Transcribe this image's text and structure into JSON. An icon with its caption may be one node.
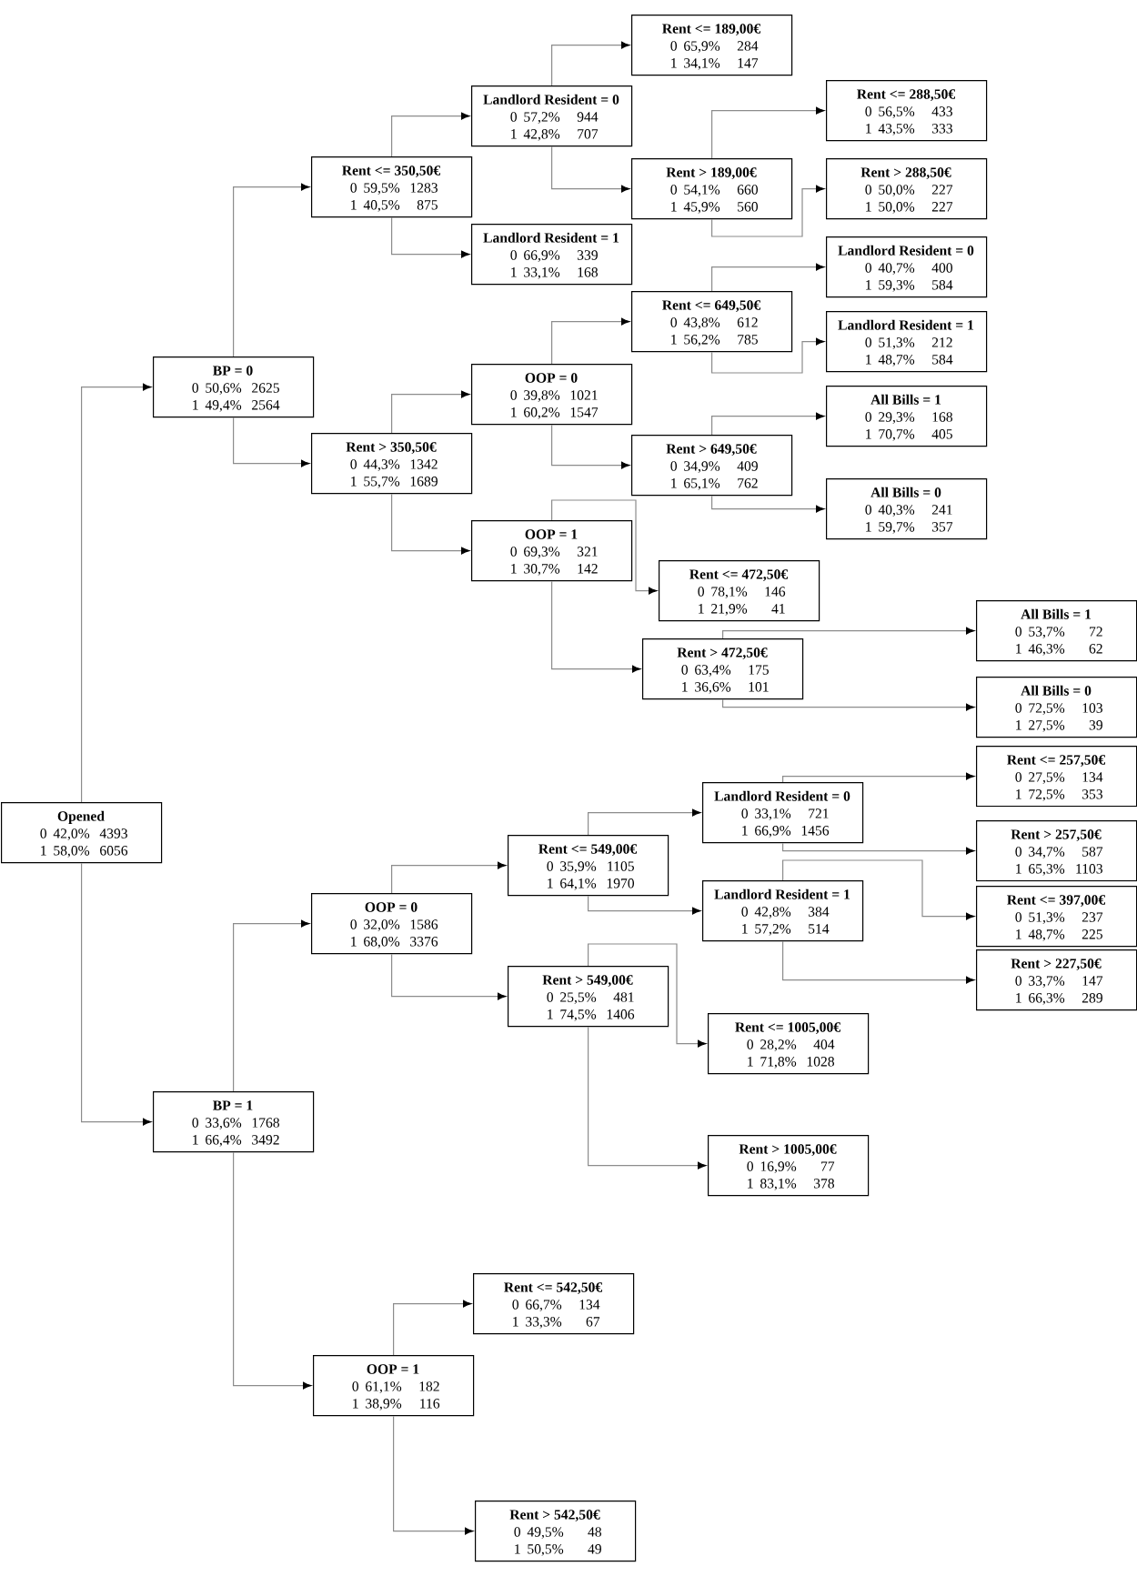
{
  "diagram": {
    "nodes": [
      {
        "text": [
          "Rent <= 189,00€",
          "0",
          "65,9%",
          "284",
          "1",
          "34,1%",
          "147"
        ]
      },
      {
        "text": [
          "Rent <= 288,50€",
          "0",
          "56,5%",
          "433",
          "1",
          "43,5%",
          "333"
        ]
      },
      {
        "text": [
          "Landlord Resident = 0",
          "0",
          "57,2%",
          "944",
          "1",
          "42,8%",
          "707"
        ]
      },
      {
        "text": [
          "Rent <= 350,50€",
          "0",
          "59,5%",
          "1283",
          "1",
          "40,5%",
          "875"
        ]
      },
      {
        "text": [
          "Rent > 189,00€",
          "0",
          "54,1%",
          "660",
          "1",
          "45,9%",
          "560"
        ]
      },
      {
        "text": [
          "Rent > 288,50€",
          "0",
          "50,0%",
          "227",
          "1",
          "50,0%",
          "227"
        ]
      },
      {
        "text": [
          "Landlord Resident = 1",
          "0",
          "66,9%",
          "339",
          "1",
          "33,1%",
          "168"
        ]
      },
      {
        "text": [
          "Landlord Resident = 0",
          "0",
          "40,7%",
          "400",
          "1",
          "59,3%",
          "584"
        ]
      },
      {
        "text": [
          "Rent <= 649,50€",
          "0",
          "43,8%",
          "612",
          "1",
          "56,2%",
          "785"
        ]
      },
      {
        "text": [
          "Landlord Resident = 1",
          "0",
          "51,3%",
          "212",
          "1",
          "48,7%",
          "584"
        ]
      },
      {
        "text": [
          "BP = 0",
          "0",
          "50,6%",
          "2625",
          "1",
          "49,4%",
          "2564"
        ]
      },
      {
        "text": [
          "OOP = 0",
          "0",
          "39,8%",
          "1021",
          "1",
          "60,2%",
          "1547"
        ]
      },
      {
        "text": [
          "All Bills = 1",
          "0",
          "29,3%",
          "168",
          "1",
          "70,7%",
          "405"
        ]
      },
      {
        "text": [
          "Rent > 350,50€",
          "0",
          "44,3%",
          "1342",
          "1",
          "55,7%",
          "1689"
        ]
      },
      {
        "text": [
          "Rent > 649,50€",
          "0",
          "34,9%",
          "409",
          "1",
          "65,1%",
          "762"
        ]
      },
      {
        "text": [
          "All Bills = 0",
          "0",
          "40,3%",
          "241",
          "1",
          "59,7%",
          "357"
        ]
      },
      {
        "text": [
          "OOP = 1",
          "0",
          "69,3%",
          "321",
          "1",
          "30,7%",
          "142"
        ]
      },
      {
        "text": [
          "Rent <= 472,50€",
          "0",
          "78,1%",
          "146",
          "1",
          "21,9%",
          "41"
        ]
      },
      {
        "text": [
          "All Bills = 1",
          "0",
          "53,7%",
          "72",
          "1",
          "46,3%",
          "62"
        ]
      },
      {
        "text": [
          "Rent > 472,50€",
          "0",
          "63,4%",
          "175",
          "1",
          "36,6%",
          "101"
        ]
      },
      {
        "text": [
          "All Bills = 0",
          "0",
          "72,5%",
          "103",
          "1",
          "27,5%",
          "39"
        ]
      },
      {
        "text": [
          "Rent <= 257,50€",
          "0",
          "27,5%",
          "134",
          "1",
          "72,5%",
          "353"
        ]
      },
      {
        "text": [
          "Landlord Resident = 0",
          "0",
          "33,1%",
          "721",
          "1",
          "66,9%",
          "1456"
        ]
      },
      {
        "text": [
          "Opened",
          "0",
          "42,0%",
          "4393",
          "1",
          "58,0%",
          "6056"
        ]
      },
      {
        "text": [
          "Rent > 257,50€",
          "0",
          "34,7%",
          "587",
          "1",
          "65,3%",
          "1103"
        ]
      },
      {
        "text": [
          "Rent <= 549,00€",
          "0",
          "35,9%",
          "1105",
          "1",
          "64,1%",
          "1970"
        ]
      },
      {
        "text": [
          "Landlord Resident = 1",
          "0",
          "42,8%",
          "384",
          "1",
          "57,2%",
          "514"
        ]
      },
      {
        "text": [
          "Rent <= 397,00€",
          "0",
          "51,3%",
          "237",
          "1",
          "48,7%",
          "225"
        ]
      },
      {
        "text": [
          "OOP = 0",
          "0",
          "32,0%",
          "1586",
          "1",
          "68,0%",
          "3376"
        ]
      },
      {
        "text": [
          "Rent > 227,50€",
          "0",
          "33,7%",
          "147",
          "1",
          "66,3%",
          "289"
        ]
      },
      {
        "text": [
          "Rent > 549,00€",
          "0",
          "25,5%",
          "481",
          "1",
          "74,5%",
          "1406"
        ]
      },
      {
        "text": [
          "Rent <= 1005,00€",
          "0",
          "28,2%",
          "404",
          "1",
          "71,8%",
          "1028"
        ]
      },
      {
        "text": [
          "BP = 1",
          "0",
          "33,6%",
          "1768",
          "1",
          "66,4%",
          "3492"
        ]
      },
      {
        "text": [
          "Rent > 1005,00€",
          "0",
          "16,9%",
          "77",
          "1",
          "83,1%",
          "378"
        ]
      },
      {
        "text": [
          "Rent <= 542,50€",
          "0",
          "66,7%",
          "134",
          "1",
          "33,3%",
          "67"
        ]
      },
      {
        "text": [
          "OOP = 1",
          "0",
          "61,1%",
          "182",
          "1",
          "38,9%",
          "116"
        ]
      },
      {
        "text": [
          "Rent > 542,50€",
          "0",
          "49,5%",
          "48",
          "1",
          "50,5%",
          "49"
        ]
      }
    ],
    "edges": [
      {
        "from": 23,
        "to": 10,
        "arrow": "to"
      },
      {
        "from": 10,
        "to": 3,
        "arrow": "to"
      },
      {
        "from": 3,
        "to": 2,
        "arrow": "to"
      },
      {
        "from": 2,
        "to": 0,
        "arrow": "to"
      },
      {
        "from": 2,
        "to": 4,
        "arrow": "to"
      },
      {
        "from": 4,
        "to": 1,
        "arrow": "to"
      },
      {
        "from": 4,
        "to": 5,
        "arrow": "to"
      },
      {
        "from": 3,
        "to": 6,
        "arrow": "to"
      },
      {
        "from": 10,
        "to": 13,
        "arrow": "to"
      },
      {
        "from": 13,
        "to": 11,
        "arrow": "to"
      },
      {
        "from": 11,
        "to": 8,
        "arrow": "to"
      },
      {
        "from": 8,
        "to": 7,
        "arrow": "to"
      },
      {
        "from": 8,
        "to": 9,
        "arrow": "to"
      },
      {
        "from": 11,
        "to": 14,
        "arrow": "to"
      },
      {
        "from": 14,
        "to": 12,
        "arrow": "to"
      },
      {
        "from": 14,
        "to": 15,
        "arrow": "to"
      },
      {
        "from": 13,
        "to": 16,
        "arrow": "to"
      },
      {
        "from": 16,
        "to": 17,
        "arrow": "to"
      },
      {
        "from": 16,
        "to": 19,
        "arrow": "to"
      },
      {
        "from": 19,
        "to": 18,
        "arrow": "to"
      },
      {
        "from": 19,
        "to": 20,
        "arrow": "to"
      },
      {
        "from": 23,
        "to": 32,
        "arrow": "to"
      },
      {
        "from": 32,
        "to": 28,
        "arrow": "to"
      },
      {
        "from": 28,
        "to": 25,
        "arrow": "to"
      },
      {
        "from": 25,
        "to": 22,
        "arrow": "to"
      },
      {
        "from": 22,
        "to": 21,
        "arrow": "to"
      },
      {
        "from": 22,
        "to": 24,
        "arrow": "to"
      },
      {
        "from": 25,
        "to": 26,
        "arrow": "to"
      },
      {
        "from": 26,
        "to": 27,
        "arrow": "to"
      },
      {
        "from": 26,
        "to": 29,
        "arrow": "to"
      },
      {
        "from": 28,
        "to": 30,
        "arrow": "to"
      },
      {
        "from": 30,
        "to": 31,
        "arrow": "to"
      },
      {
        "from": 30,
        "to": 33,
        "arrow": "to"
      },
      {
        "from": 32,
        "to": 35,
        "arrow": "to"
      },
      {
        "from": 35,
        "to": 34,
        "arrow": "to"
      },
      {
        "from": 35,
        "to": 36,
        "arrow": "to"
      }
    ]
  }
}
